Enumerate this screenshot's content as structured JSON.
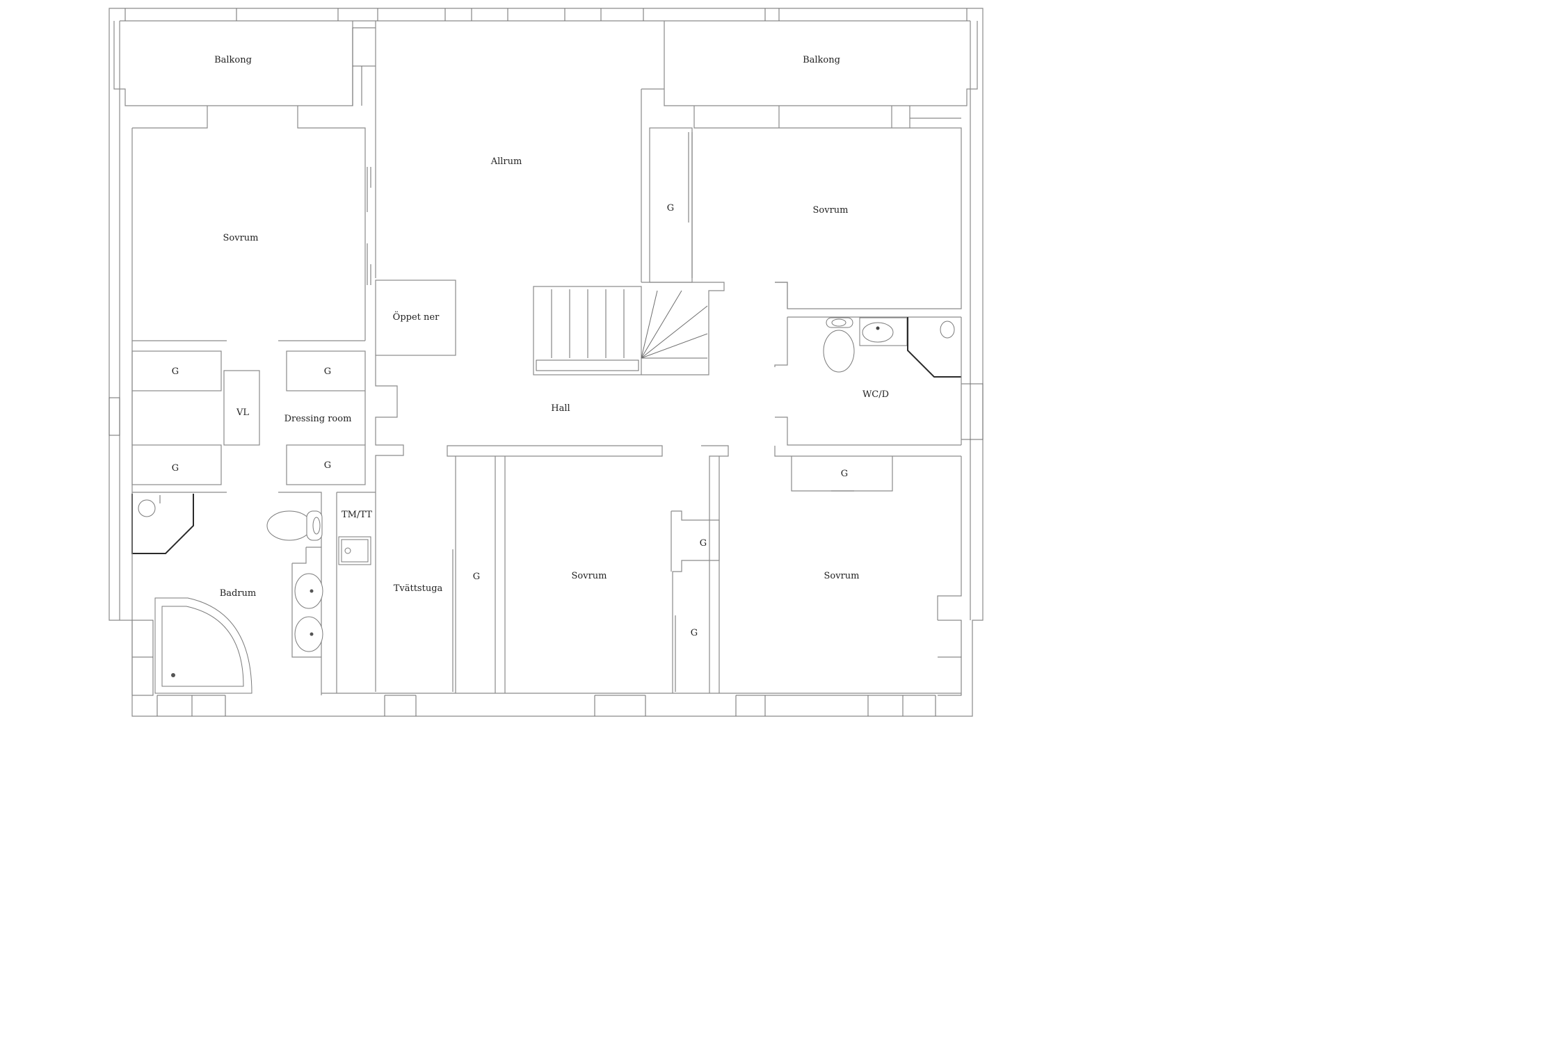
{
  "rooms": {
    "balkong_left": "Balkong",
    "balkong_right": "Balkong",
    "allrum": "Allrum",
    "sovrum_nw": "Sovrum",
    "sovrum_ne": "Sovrum",
    "oppet_ner": "Öppet ner",
    "hall": "Hall",
    "wcd": "WC/D",
    "dressing_room": "Dressing room",
    "vl": "VL",
    "badrum": "Badrum",
    "tmtt": "TM/TT",
    "tvattstuga": "Tvättstuga",
    "sovrum_s1": "Sovrum",
    "sovrum_s2": "Sovrum"
  },
  "closets": {
    "ne_closet": "G",
    "dressing_top_left": "G",
    "dressing_top_right": "G",
    "dressing_bottom_left": "G",
    "dressing_bottom_right": "G",
    "wcd_closet": "G",
    "tvattstuga_closet": "G",
    "sovrum_s1_closet_upper": "G",
    "sovrum_s1_closet_lower": "G"
  }
}
